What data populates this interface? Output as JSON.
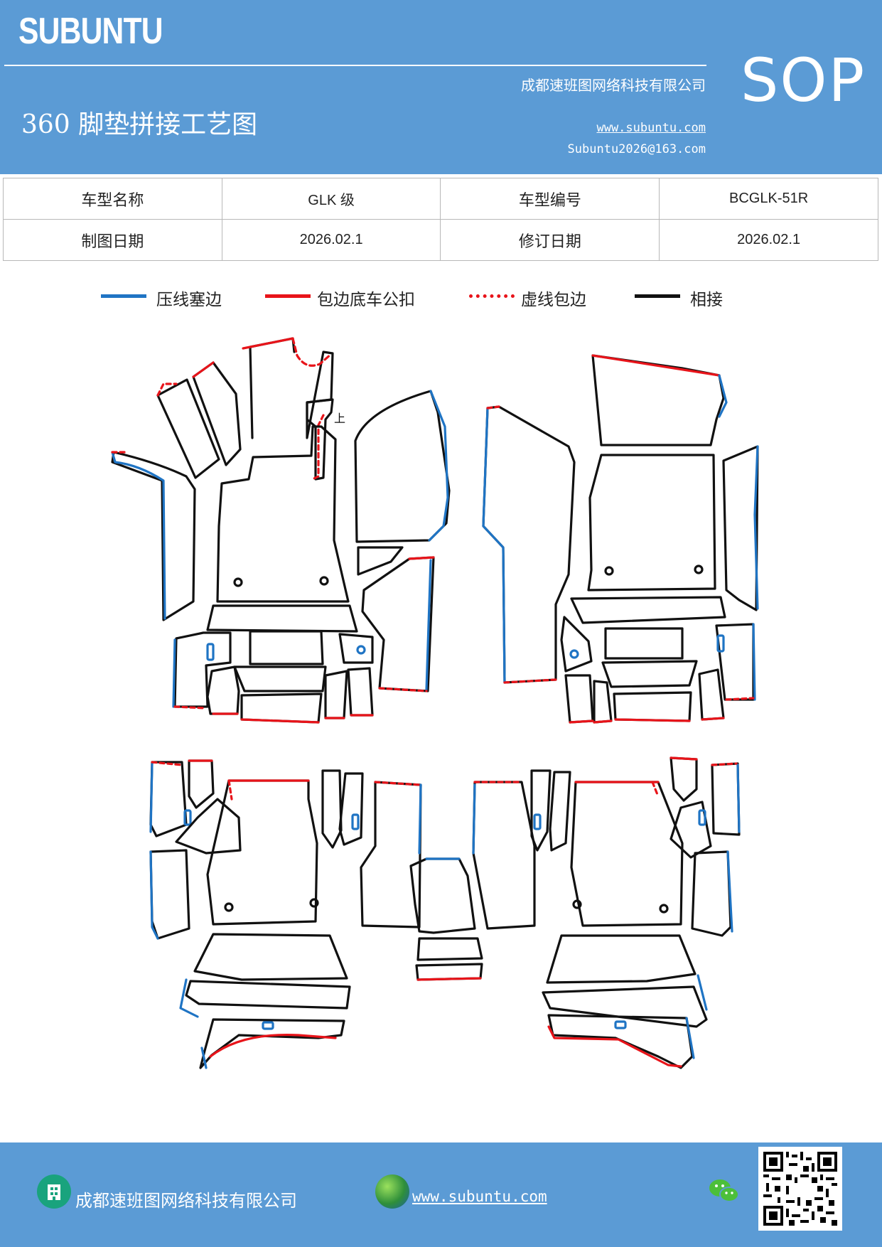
{
  "header": {
    "brand": "SUBUNTU",
    "sop": "SOP",
    "title": "360 脚垫拼接工艺图",
    "company": "成都速班图网络科技有限公司",
    "website": "www.subuntu.com",
    "email": "Subuntu2026@163.com"
  },
  "info": {
    "model_name_label": "车型名称",
    "model_name_value": "GLK 级",
    "model_code_label": "车型编号",
    "model_code_value": "BCGLK-51R",
    "draw_date_label": "制图日期",
    "draw_date_value": "2026.02.1",
    "revise_date_label": "修订日期",
    "revise_date_value": "2026.02.1"
  },
  "legend": [
    {
      "label": "压线塞边",
      "color": "#1f74c4",
      "style": "solid"
    },
    {
      "label": "包边底车公扣",
      "color": "#e8141a",
      "style": "solid"
    },
    {
      "label": "虚线包边",
      "color": "#e8141a",
      "style": "dashed"
    },
    {
      "label": "相接",
      "color": "#111111",
      "style": "solid"
    }
  ],
  "diagram": {
    "mark": "上"
  },
  "colors": {
    "header_bg": "#5b9bd5",
    "blue_edge": "#1f74c4",
    "red_edge": "#e8141a",
    "black_edge": "#111111"
  },
  "footer": {
    "company": "成都速班图网络科技有限公司",
    "website": "www.subuntu.com",
    "icons": [
      "building-icon",
      "globe-icon",
      "wechat-icon",
      "qr-code"
    ]
  }
}
